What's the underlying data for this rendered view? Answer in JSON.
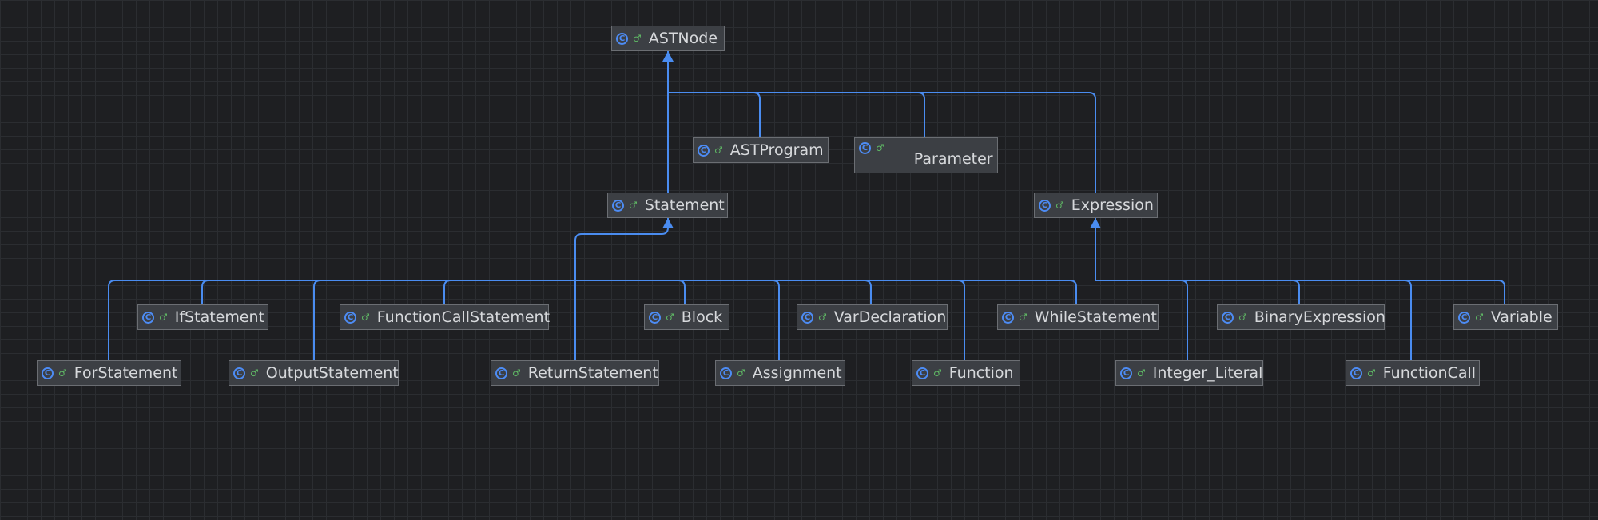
{
  "diagram": {
    "edge_color": "#4a8cf0",
    "icons": {
      "class": "class-icon",
      "visibility": "visibility-icon"
    },
    "class_icon_glyph": "C",
    "visibility_icon_glyph": "♂",
    "nodes": [
      {
        "id": "astnode",
        "label": "ASTNode"
      },
      {
        "id": "astprogram",
        "label": "ASTProgram",
        "parent": "astnode"
      },
      {
        "id": "parameter",
        "label": "Parameter",
        "parent": "astnode"
      },
      {
        "id": "statement",
        "label": "Statement",
        "parent": "astnode"
      },
      {
        "id": "expression",
        "label": "Expression",
        "parent": "astnode"
      },
      {
        "id": "ifstatement",
        "label": "IfStatement",
        "parent": "statement"
      },
      {
        "id": "functioncallstatement",
        "label": "FunctionCallStatement",
        "parent": "statement"
      },
      {
        "id": "block",
        "label": "Block",
        "parent": "statement"
      },
      {
        "id": "vardeclaration",
        "label": "VarDeclaration",
        "parent": "statement"
      },
      {
        "id": "whilestatement",
        "label": "WhileStatement",
        "parent": "statement"
      },
      {
        "id": "forstatement",
        "label": "ForStatement",
        "parent": "statement"
      },
      {
        "id": "outputstatement",
        "label": "OutputStatement",
        "parent": "statement"
      },
      {
        "id": "returnstatement",
        "label": "ReturnStatement",
        "parent": "statement"
      },
      {
        "id": "assignment",
        "label": "Assignment",
        "parent": "statement"
      },
      {
        "id": "function",
        "label": "Function",
        "parent": "statement"
      },
      {
        "id": "binaryexpression",
        "label": "BinaryExpression",
        "parent": "expression"
      },
      {
        "id": "variable",
        "label": "Variable",
        "parent": "expression"
      },
      {
        "id": "integer_literal",
        "label": "Integer_Literal",
        "parent": "expression"
      },
      {
        "id": "functioncall",
        "label": "FunctionCall",
        "parent": "expression"
      }
    ]
  }
}
